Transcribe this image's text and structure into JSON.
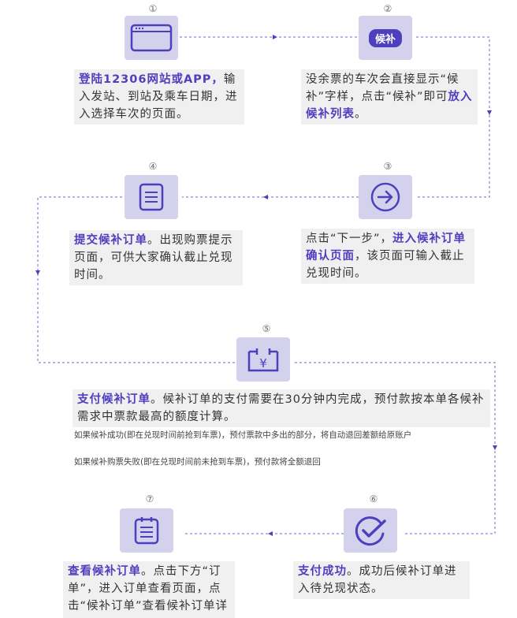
{
  "steps": {
    "s1": {
      "num": "①",
      "title": "登陆12306网站或APP，",
      "body": "输入发站、到站及乘车日期，进入选择车次的页面。",
      "icon": "browser-window-icon"
    },
    "s2": {
      "num": "②",
      "badge": "候补",
      "body_a": "没余票的车次会直接显示“候补”字样，点击“候补”即可",
      "highlight": "放入候补列表",
      "body_b": "。",
      "icon": "waitlist-badge-icon"
    },
    "s3": {
      "num": "③",
      "body_a": "点击“下一步”，",
      "highlight": "进入候补订单确认页面",
      "body_b": "，该页面可输入截止兑现时间。",
      "icon": "arrow-right-circle-icon"
    },
    "s4": {
      "num": "④",
      "highlight": "提交候补订单",
      "body": "。出现购票提示页面，可供大家确认截止兑现时间。",
      "icon": "document-icon"
    },
    "s5": {
      "num": "⑤",
      "highlight": "支付候补订单",
      "body": "。候补订单的支付需要在30分钟内完成，预付款按本单各候补需求中票款最高的额度计算。",
      "note1": "如果候补成功(即在兑现时间前抢到车票)，预付票款中多出的部分，将自动退回差额给原账户",
      "note2": "如果候补购票失败(即在兑现时间前未抢到车票)，预付款将全额退回",
      "icon": "yuan-payment-icon",
      "yuan": "¥"
    },
    "s6": {
      "num": "⑥",
      "highlight": "支付成功",
      "body": "。成功后候补订单进入待兑现状态。",
      "icon": "check-circle-icon"
    },
    "s7": {
      "num": "⑦",
      "highlight": "查看候补订单",
      "body": "。点击下方“订单”，进入订单查看页面，点击“候补订单”查看候补订单详",
      "icon": "list-document-icon"
    }
  },
  "colors": {
    "accent": "#4f3fbe",
    "icon_bg": "#d4d1ed",
    "text_bg": "#f0f0f0"
  }
}
